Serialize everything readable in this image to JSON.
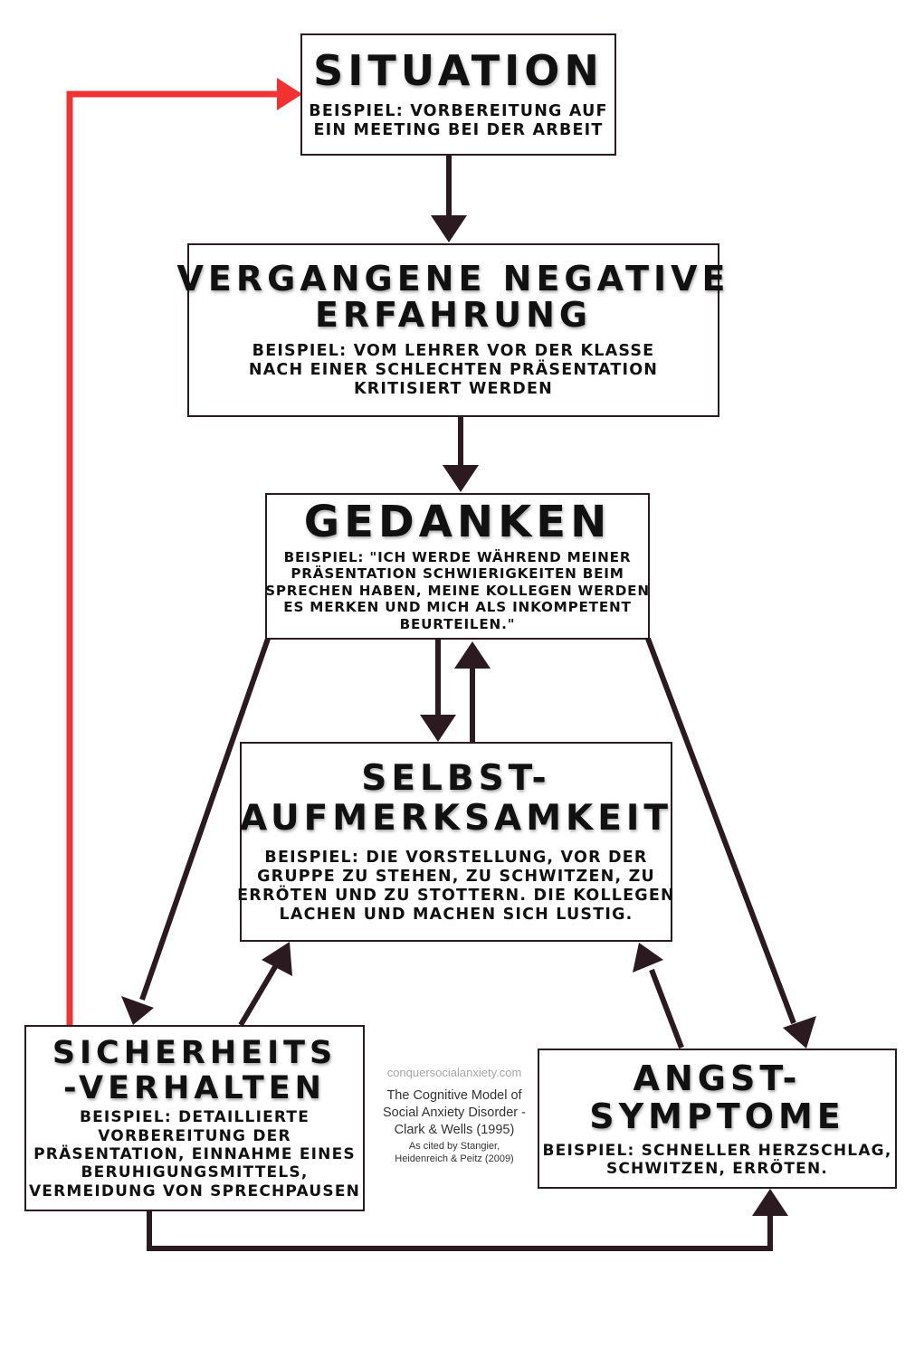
{
  "nodes": {
    "situation": {
      "title": [
        "SITUATION"
      ],
      "example": [
        "BEISPIEL: VORBEREITUNG AUF",
        "EIN MEETING BEI DER ARBEIT"
      ]
    },
    "past_experience": {
      "title": [
        "VERGANGENE NEGATIVE",
        "ERFAHRUNG"
      ],
      "example": [
        "BEISPIEL: VOM LEHRER VOR DER KLASSE",
        "NACH EINER SCHLECHTEN PRÄSENTATION",
        "KRITISIERT WERDEN"
      ]
    },
    "thoughts": {
      "title": [
        "GEDANKEN"
      ],
      "example": [
        "BEISPIEL: \"ICH WERDE WÄHREND MEINER",
        "PRÄSENTATION SCHWIERIGKEITEN BEIM",
        "SPRECHEN HABEN, MEINE KOLLEGEN WERDEN",
        "ES MERKEN UND MICH ALS INKOMPETENT",
        "BEURTEILEN.\""
      ]
    },
    "self_focus": {
      "title": [
        "SELBST-",
        "AUFMERKSAMKEIT"
      ],
      "example": [
        "BEISPIEL: DIE VORSTELLUNG, VOR DER",
        "GRUPPE ZU STEHEN, ZU SCHWITZEN, ZU",
        "ERRÖTEN UND ZU STOTTERN. DIE KOLLEGEN",
        "LACHEN UND MACHEN SICH LUSTIG."
      ]
    },
    "safety_behaviour": {
      "title": [
        "SICHERHEITS",
        "-VERHALTEN"
      ],
      "example": [
        "BEISPIEL: DETAILLIERTE",
        "VORBEREITUNG DER",
        "PRÄSENTATION, EINNAHME EINES",
        "BERUHIGUNGSMITTELS,",
        "VERMEIDUNG VON SPRECHPAUSEN"
      ]
    },
    "anxiety_symptoms": {
      "title": [
        "ANGST-",
        "SYMPTOME"
      ],
      "example": [
        "BEISPIEL: SCHNELLER HERZSCHLAG,",
        "SCHWITZEN, ERRÖTEN."
      ]
    }
  },
  "credit": {
    "site": "conquersocialanxiety.com",
    "title_line1": "The Cognitive Model of",
    "title_line2": "Social Anxiety Disorder -",
    "title_line3": "Clark & Wells (1995)",
    "cite_line1": "As cited by Stangier,",
    "cite_line2": "Heidenreich & Peitz (2009)"
  },
  "colors": {
    "arrow": "#2b1a1f",
    "feedback_arrow": "#f03232",
    "border": "#2b1a1f"
  }
}
